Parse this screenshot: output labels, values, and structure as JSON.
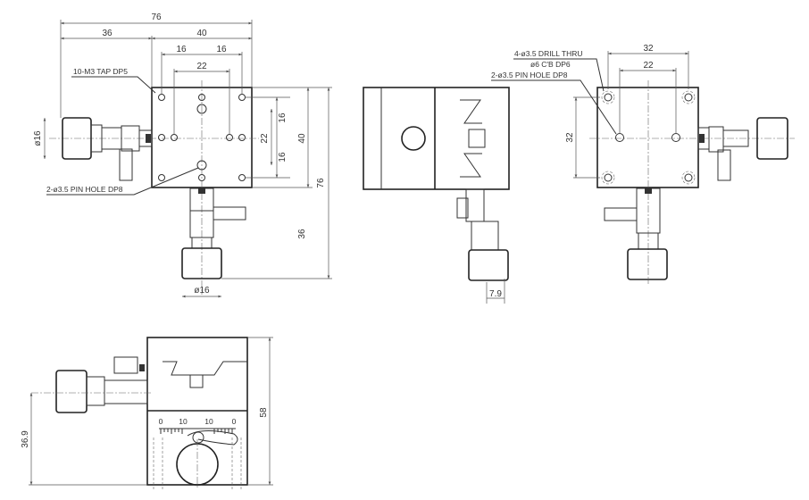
{
  "top_view": {
    "overall_width": "76",
    "knob_offset": "36",
    "body_width": "40",
    "hole_pitch_left": "16",
    "hole_pitch_right": "16",
    "pin_pitch": "22",
    "tap_note": "10-M3 TAP DP5",
    "pin_note": "2-ø3.5 PIN HOLE DP8",
    "knob_dia_side": "ø16",
    "knob_dia_bottom": "ø16",
    "v_pitch_top": "16",
    "v_pitch_bottom": "16",
    "v_pin_pitch": "22",
    "body_height": "40",
    "overall_height": "76",
    "knob_extension": "36"
  },
  "side_view": {
    "offset": "7.9"
  },
  "bottom_view": {
    "drill_note": "4-ø3.5 DRILL THRU",
    "cb_note": "ø6 C'B DP6",
    "pin_note": "2-ø3.5 PIN HOLE DP8",
    "hole_pitch": "32",
    "pin_pitch": "22",
    "v_hole_pitch": "32"
  },
  "front_view": {
    "height": "58",
    "axis_height": "36.9",
    "scale_labels": [
      "0",
      "10",
      "10",
      "0"
    ]
  }
}
